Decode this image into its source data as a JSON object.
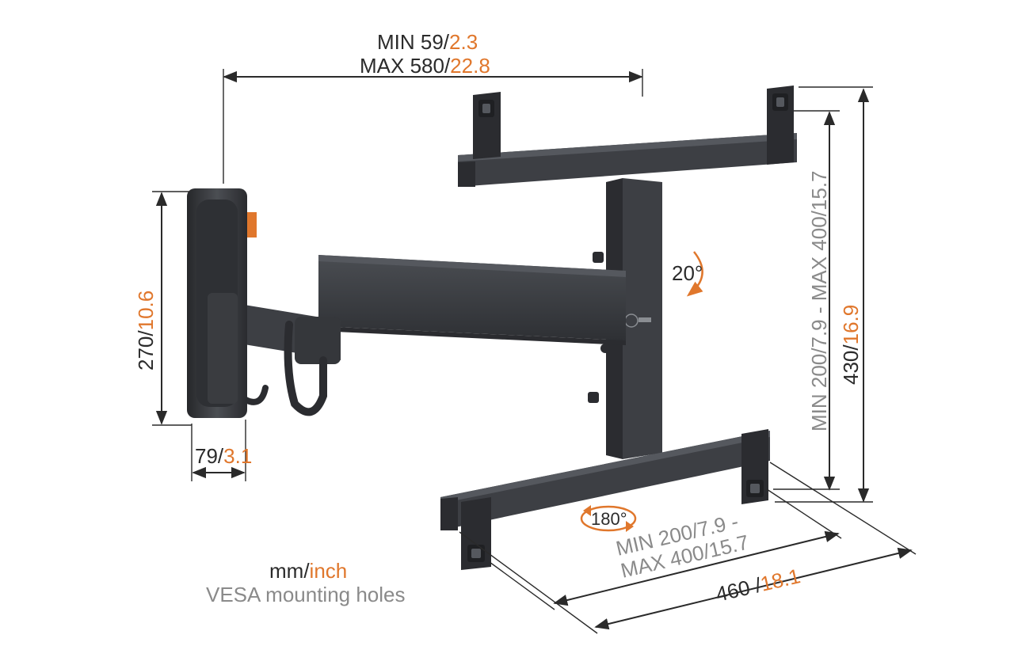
{
  "labels": {
    "top_min": "MIN 59/",
    "top_min_inch": "2.3",
    "top_max": "MAX 580/",
    "top_max_inch": "22.8",
    "left_height": "270/",
    "left_height_inch": "10.6",
    "depth": "79/",
    "depth_inch": "3.1",
    "rotate_tilt": "20°",
    "rotate_swivel": "180°",
    "vesa_vertical": "MIN 200/7.9 - MAX 400/15.7",
    "right_height": "430/",
    "right_height_inch": "16.9",
    "vesa_h_line1": "MIN 200/7.9 -",
    "vesa_h_line2": "MAX 400/15.7",
    "bottom_width": "460 /",
    "bottom_width_inch": "18.1",
    "unit_mm": "mm/",
    "unit_inch": "inch",
    "vesa_caption": "VESA mounting holes"
  },
  "colors": {
    "accent": "#e0772c",
    "text": "#2b2b2b",
    "grey_text": "#8a8a8a",
    "metal": "#3d3f44"
  }
}
